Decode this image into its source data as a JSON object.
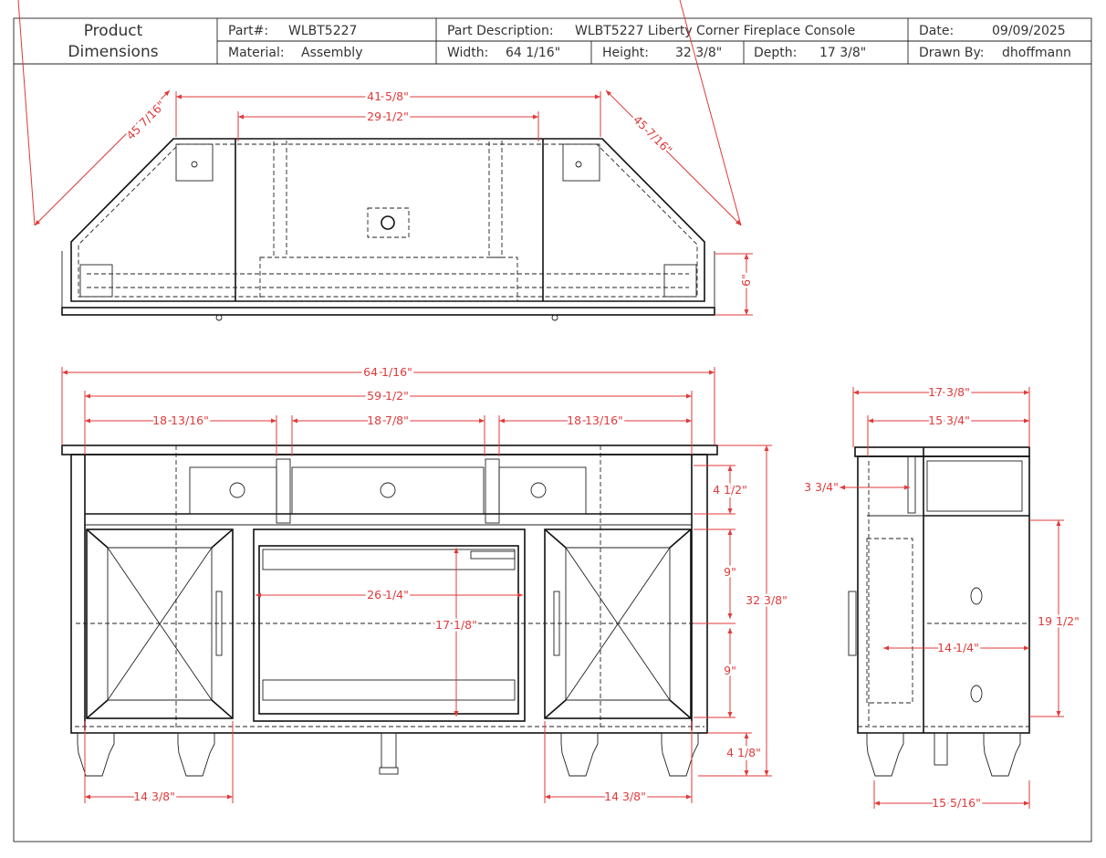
{
  "header": {
    "title_line1": "Product",
    "title_line2": "Dimensions",
    "part_label": "Part#:",
    "part_value": "WLBT5227",
    "material_label": "Material:",
    "material_value": "Assembly",
    "description_label": "Part Description:",
    "description_value": "WLBT5227 Liberty Corner Fireplace Console",
    "width_label": "Width:",
    "width_value": "64 1/16\"",
    "height_label": "Height:",
    "height_value": "32 3/8\"",
    "depth_label": "Depth:",
    "depth_value": "17 3/8\"",
    "date_label": "Date:",
    "date_value": "09/09/2025",
    "drawn_by_label": "Drawn By:",
    "drawn_by_value": "dhoffmann"
  },
  "top_view": {
    "diag_left": "45 7/16\"",
    "diag_right": "45 7/16\"",
    "back_width": "41 5/8\"",
    "inner_width": "29 1/2\"",
    "height": "6\""
  },
  "front_view": {
    "overall_width": "64 1/16\"",
    "body_width": "59 1/2\"",
    "left_section": "18 13/16\"",
    "center_section": "18 7/8\"",
    "right_section": "18 13/16\"",
    "drawer_height": "4 1/2\"",
    "upper_shelf": "9\"",
    "lower_shelf": "9\"",
    "overall_height": "32 3/8\"",
    "firebox_width": "26 1/4\"",
    "firebox_height": "17 1/8\"",
    "leg_height": "4 1/8\"",
    "left_door": "14 3/8\"",
    "right_door": "14 3/8\""
  },
  "side_view": {
    "overall_depth": "17 3/8\"",
    "inner_depth": "15 3/4\"",
    "drawer_depth": "3 3/4\"",
    "cabinet_height": "19 1/2\"",
    "shelf_depth": "14 1/4\"",
    "base_depth": "15 5/16\""
  }
}
